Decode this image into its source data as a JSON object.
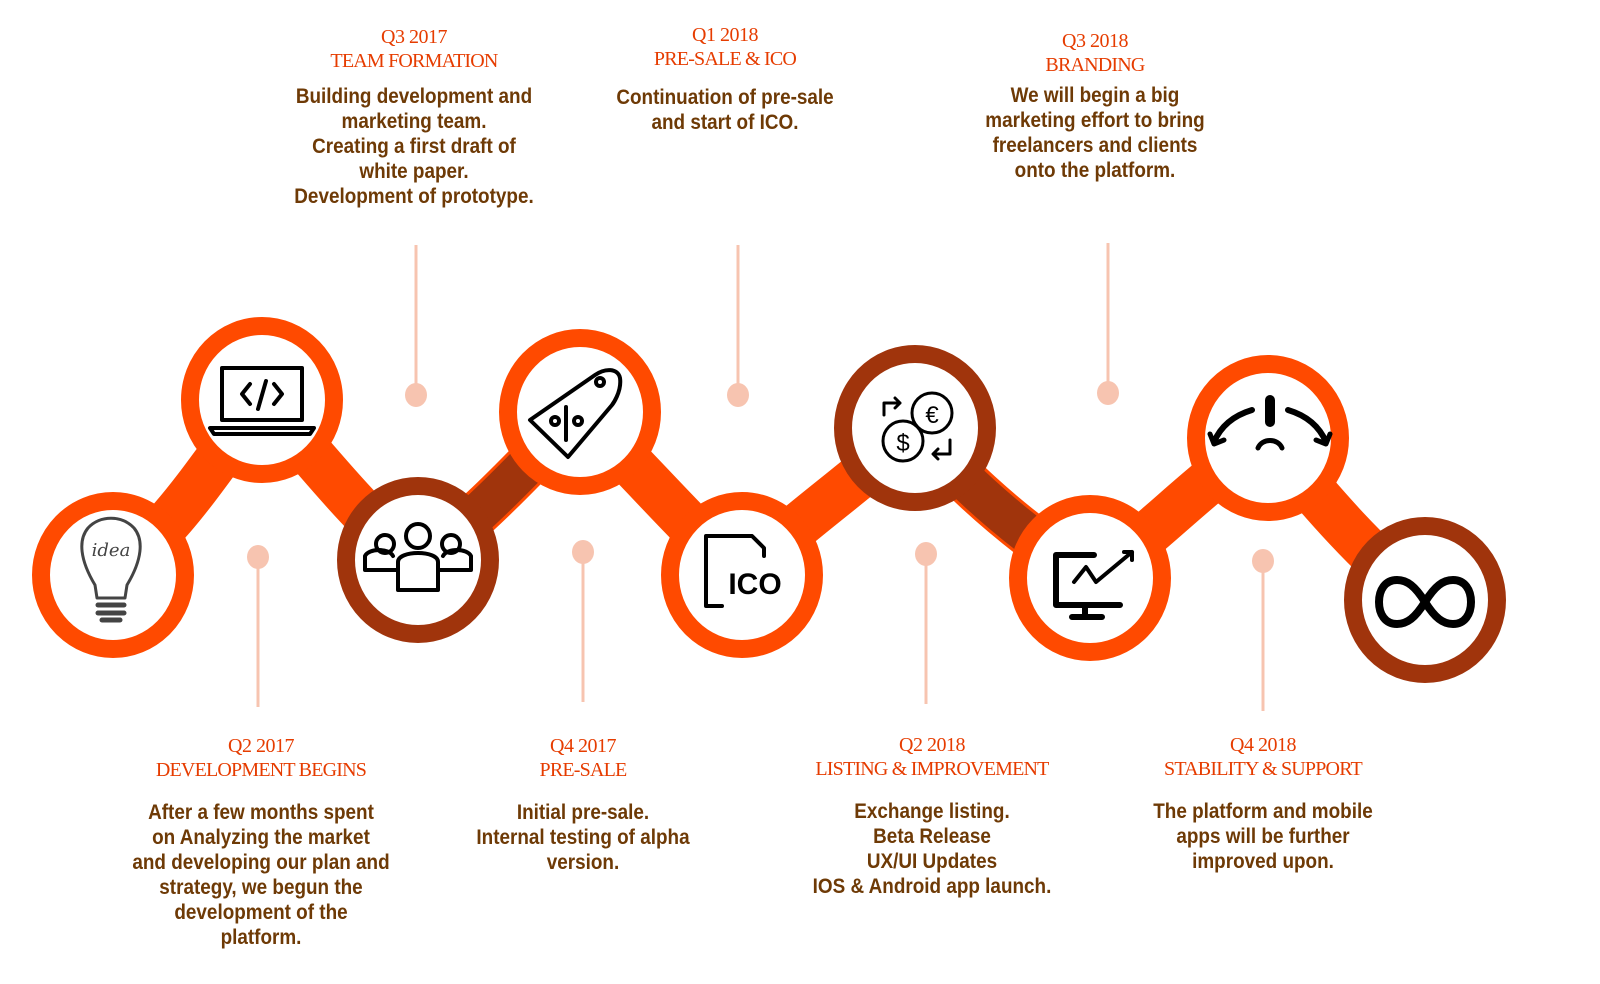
{
  "colors": {
    "orange": "#ff4a00",
    "brown": "#a0340c",
    "stem": "#f7c4b0",
    "title": "#e63c00",
    "body": "#6e3a06"
  },
  "milestones": [
    {
      "quarter": "Q2 2017",
      "title": "DEVELOPMENT BEGINS",
      "text": "After a few months spent\non Analyzing the market\nand developing our plan and\nstrategy, we begun the\ndevelopment of the\nplatform.",
      "icon": "lightbulb-idea-icon"
    },
    {
      "quarter": "Q3 2017",
      "title": "TEAM FORMATION",
      "text": "Building development and\nmarketing team.\nCreating a first draft of\nwhite paper.\nDevelopment of prototype.",
      "icon": "laptop-code-icon"
    },
    {
      "quarter": "Q4 2017",
      "title": "PRE-SALE",
      "text": "Initial pre-sale.\nInternal testing of alpha\nversion.",
      "icon": "team-icon"
    },
    {
      "quarter": "Q1 2018",
      "title": "PRE-SALE & ICO",
      "text": "Continuation of pre-sale\nand start of ICO.",
      "icon": "price-tag-icon"
    },
    {
      "quarter": "Q2 2018",
      "title": "LISTING & IMPROVEMENT",
      "text": "Exchange listing.\nBeta Release\nUX/UI Updates\nIOS & Android app launch.",
      "icon": "ico-document-icon"
    },
    {
      "quarter": "Q3 2018",
      "title": "BRANDING",
      "text": "We will begin a big\nmarketing effort to bring\nfreelancers and clients\nonto the platform.",
      "icon": "currency-exchange-icon"
    },
    {
      "quarter": "Q4 2018",
      "title": "STABILITY & SUPPORT",
      "text": "The platform and mobile\napps will be further\nimproved upon.",
      "icon": "growth-chart-monitor-icon"
    }
  ],
  "extra_icons": [
    "gauge-icon",
    "infinity-icon"
  ],
  "ico_label": "ICO"
}
